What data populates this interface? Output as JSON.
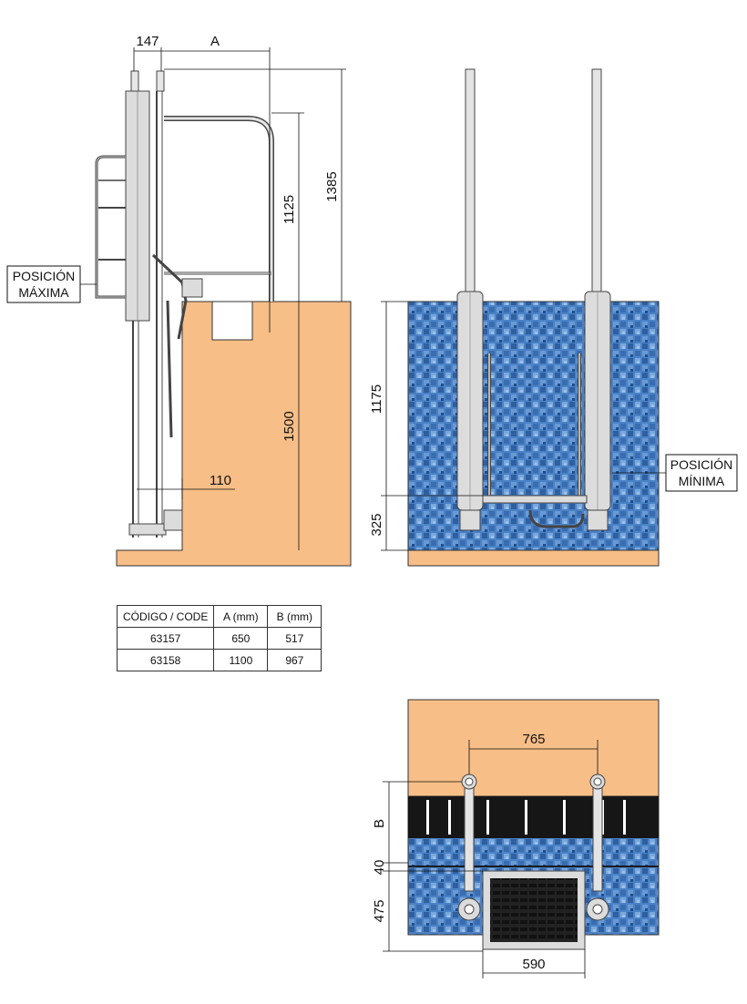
{
  "side_view": {
    "dim_147": "147",
    "dim_A": "A",
    "dim_1385": "1385",
    "dim_1125": "1125",
    "dim_1500": "1500",
    "dim_110": "110",
    "label_max_1": "POSICIÓN",
    "label_max_2": "MÁXIMA"
  },
  "front_view": {
    "dim_1175": "1175",
    "dim_325": "325",
    "label_min_1": "POSICIÓN",
    "label_min_2": "MÍNIMA"
  },
  "top_view": {
    "dim_765": "765",
    "dim_B": "B",
    "dim_40": "40",
    "dim_475": "475",
    "dim_590": "590"
  },
  "table": {
    "headers": [
      "CÓDIGO / CODE",
      "A (mm)",
      "B (mm)"
    ],
    "rows": [
      [
        "63157",
        "650",
        "517"
      ],
      [
        "63158",
        "1100",
        "967"
      ]
    ]
  },
  "colors": {
    "deck": "#f7be87",
    "water": "#4a80c4",
    "steel": "#dcdcdc"
  }
}
